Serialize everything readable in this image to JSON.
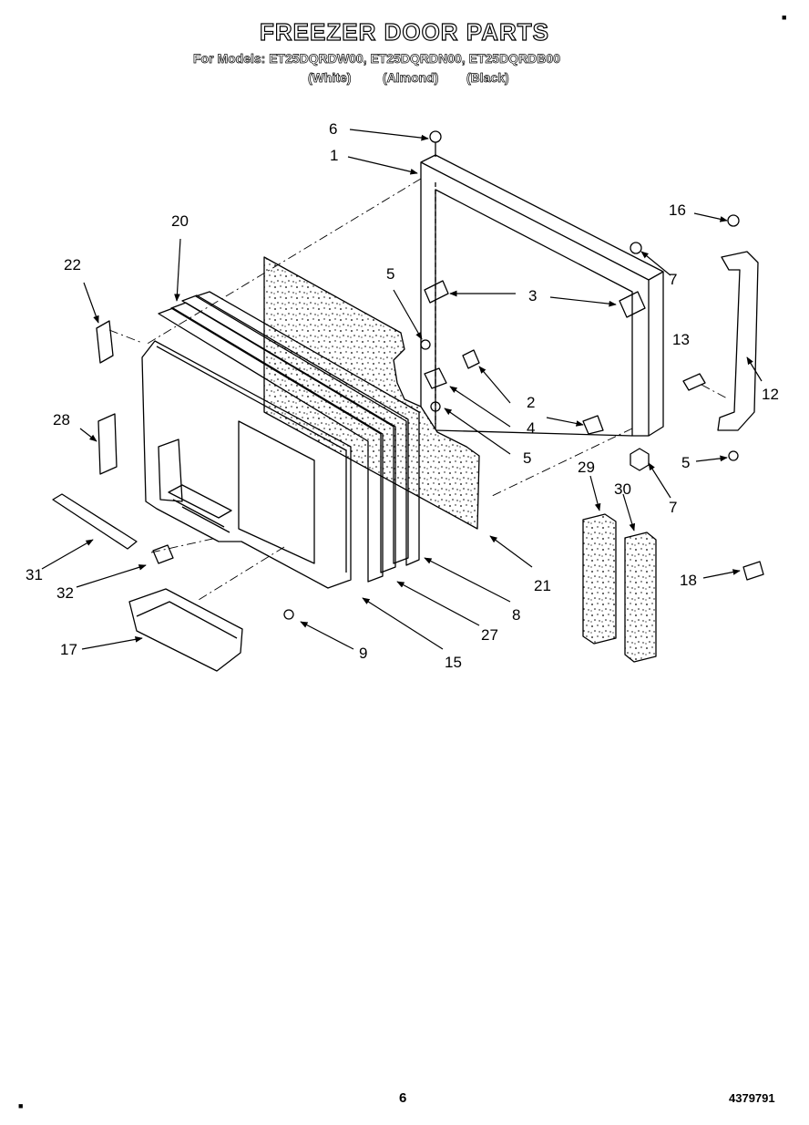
{
  "header": {
    "title": "FREEZER DOOR PARTS",
    "models": "For Models: ET25DQRDW00, ET25DQRDN00, ET25DQRDB00",
    "variants": [
      "(White)",
      "(Almond)",
      "(Black)"
    ]
  },
  "callouts": {
    "c1": "1",
    "c2": "2",
    "c3": "3",
    "c4": "4",
    "c5a": "5",
    "c5b": "5",
    "c5c": "5",
    "c6": "6",
    "c7a": "7",
    "c7b": "7",
    "c8": "8",
    "c9": "9",
    "c12": "12",
    "c13": "13",
    "c15": "15",
    "c16": "16",
    "c17": "17",
    "c18": "18",
    "c20": "20",
    "c21": "21",
    "c22": "22",
    "c27": "27",
    "c28": "28",
    "c29": "29",
    "c30": "30",
    "c31": "31",
    "c32": "32"
  },
  "footer": {
    "page": "6",
    "part_number": "4379791"
  }
}
